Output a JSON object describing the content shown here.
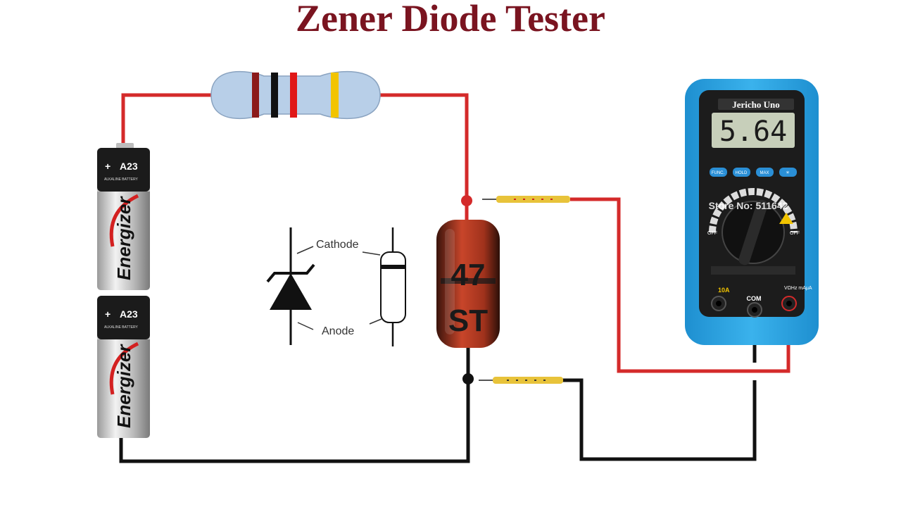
{
  "title": "Zener Diode Tester",
  "diagram": {
    "cathode_label": "Cathode",
    "anode_label": "Anode"
  },
  "batteries": [
    {
      "polarity": "+",
      "model": "A23",
      "type": "ALKALINE BATTERY",
      "brand": "Energizer"
    },
    {
      "polarity": "+",
      "model": "A23",
      "type": "ALKALINE BATTERY",
      "brand": "Energizer"
    }
  ],
  "zener_diode": {
    "marking_line1": "47",
    "marking_line2": "ST"
  },
  "multimeter": {
    "brand": "Jericho Uno",
    "reading": "5.64",
    "buttons": [
      "FUNC.",
      "HOLD",
      "MAX",
      "✳"
    ],
    "dial_off_left": "OFF",
    "dial_off_right": "OFF",
    "terminal_10a": "10A",
    "terminal_com": "COM",
    "terminal_vohm": "VΩHz mAμA",
    "watermark": "Store No: 511642"
  },
  "colors": {
    "title": "#7a1420",
    "wire_positive": "#d42a2a",
    "wire_negative": "#111111",
    "meter_body": "#2aa3e0",
    "lcd": "#c7cfba"
  }
}
